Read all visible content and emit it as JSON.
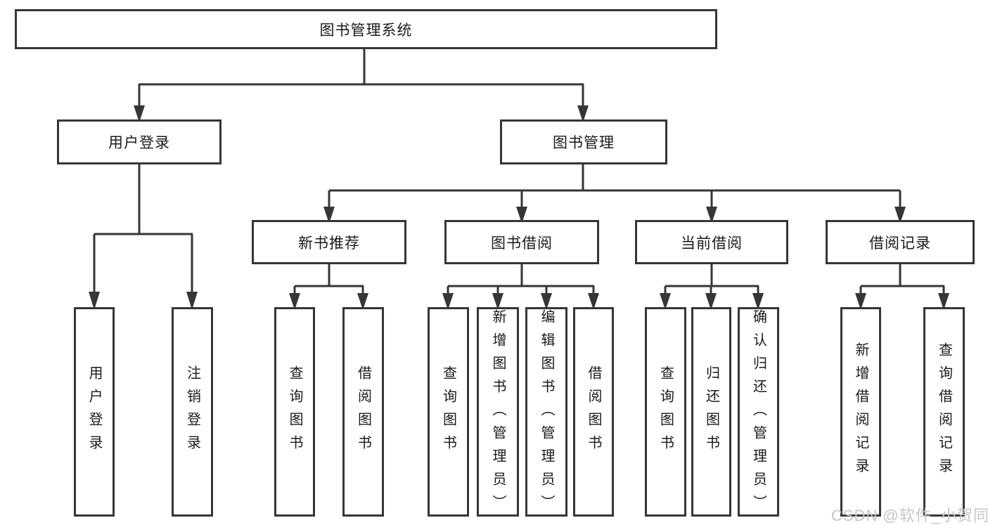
{
  "root": {
    "label": "图书管理系统"
  },
  "branches": [
    {
      "label": "用户登录",
      "leaves": [
        {
          "label": "用户登录"
        },
        {
          "label": "注销登录"
        }
      ]
    },
    {
      "label": "图书管理",
      "groups": [
        {
          "label": "新书推荐",
          "leaves": [
            {
              "label": "查询图书"
            },
            {
              "label": "借阅图书"
            }
          ]
        },
        {
          "label": "图书借阅",
          "leaves": [
            {
              "label": "查询图书"
            },
            {
              "label": "新增图书（管理员）"
            },
            {
              "label": "编辑图书（管理员）"
            },
            {
              "label": "借阅图书"
            }
          ]
        },
        {
          "label": "当前借阅",
          "leaves": [
            {
              "label": "查询图书"
            },
            {
              "label": "归还图书"
            },
            {
              "label": "确认归还（管理员）"
            }
          ]
        },
        {
          "label": "借阅记录",
          "leaves": [
            {
              "label": "新增借阅记录"
            },
            {
              "label": "查询借阅记录"
            }
          ]
        }
      ]
    }
  ],
  "watermark": {
    "text": "CSDN @软件_小贺同学"
  },
  "colors": {
    "line": "#363636",
    "text": "#1a1a1a",
    "watermark": "#c2c6cc",
    "background": "#ffffff"
  }
}
